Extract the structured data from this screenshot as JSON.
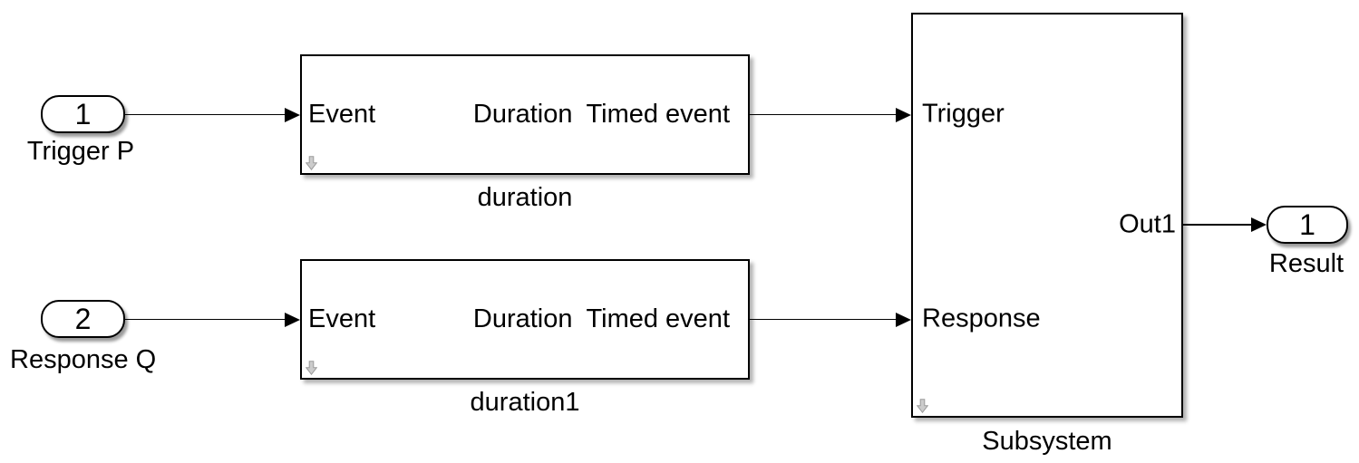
{
  "colors": {
    "background": "#ffffff",
    "line": "#000000",
    "block_fill": "#ffffff",
    "block_border": "#000000",
    "open_arrow_icon_fill": "#cccccc",
    "open_arrow_icon_stroke": "#9b9b9b"
  },
  "inports": [
    {
      "number": "1",
      "label": "Trigger P"
    },
    {
      "number": "2",
      "label": "Response Q"
    }
  ],
  "duration_blocks": [
    {
      "name": "duration",
      "in_port": "Event",
      "out_port_1": "Duration",
      "out_port_2": "Timed event"
    },
    {
      "name": "duration1",
      "in_port": "Event",
      "out_port_1": "Duration",
      "out_port_2": "Timed event"
    }
  ],
  "subsystem": {
    "name": "Subsystem",
    "in_port_1": "Trigger",
    "in_port_2": "Response",
    "out_port": "Out1"
  },
  "outport": {
    "number": "1",
    "label": "Result"
  }
}
